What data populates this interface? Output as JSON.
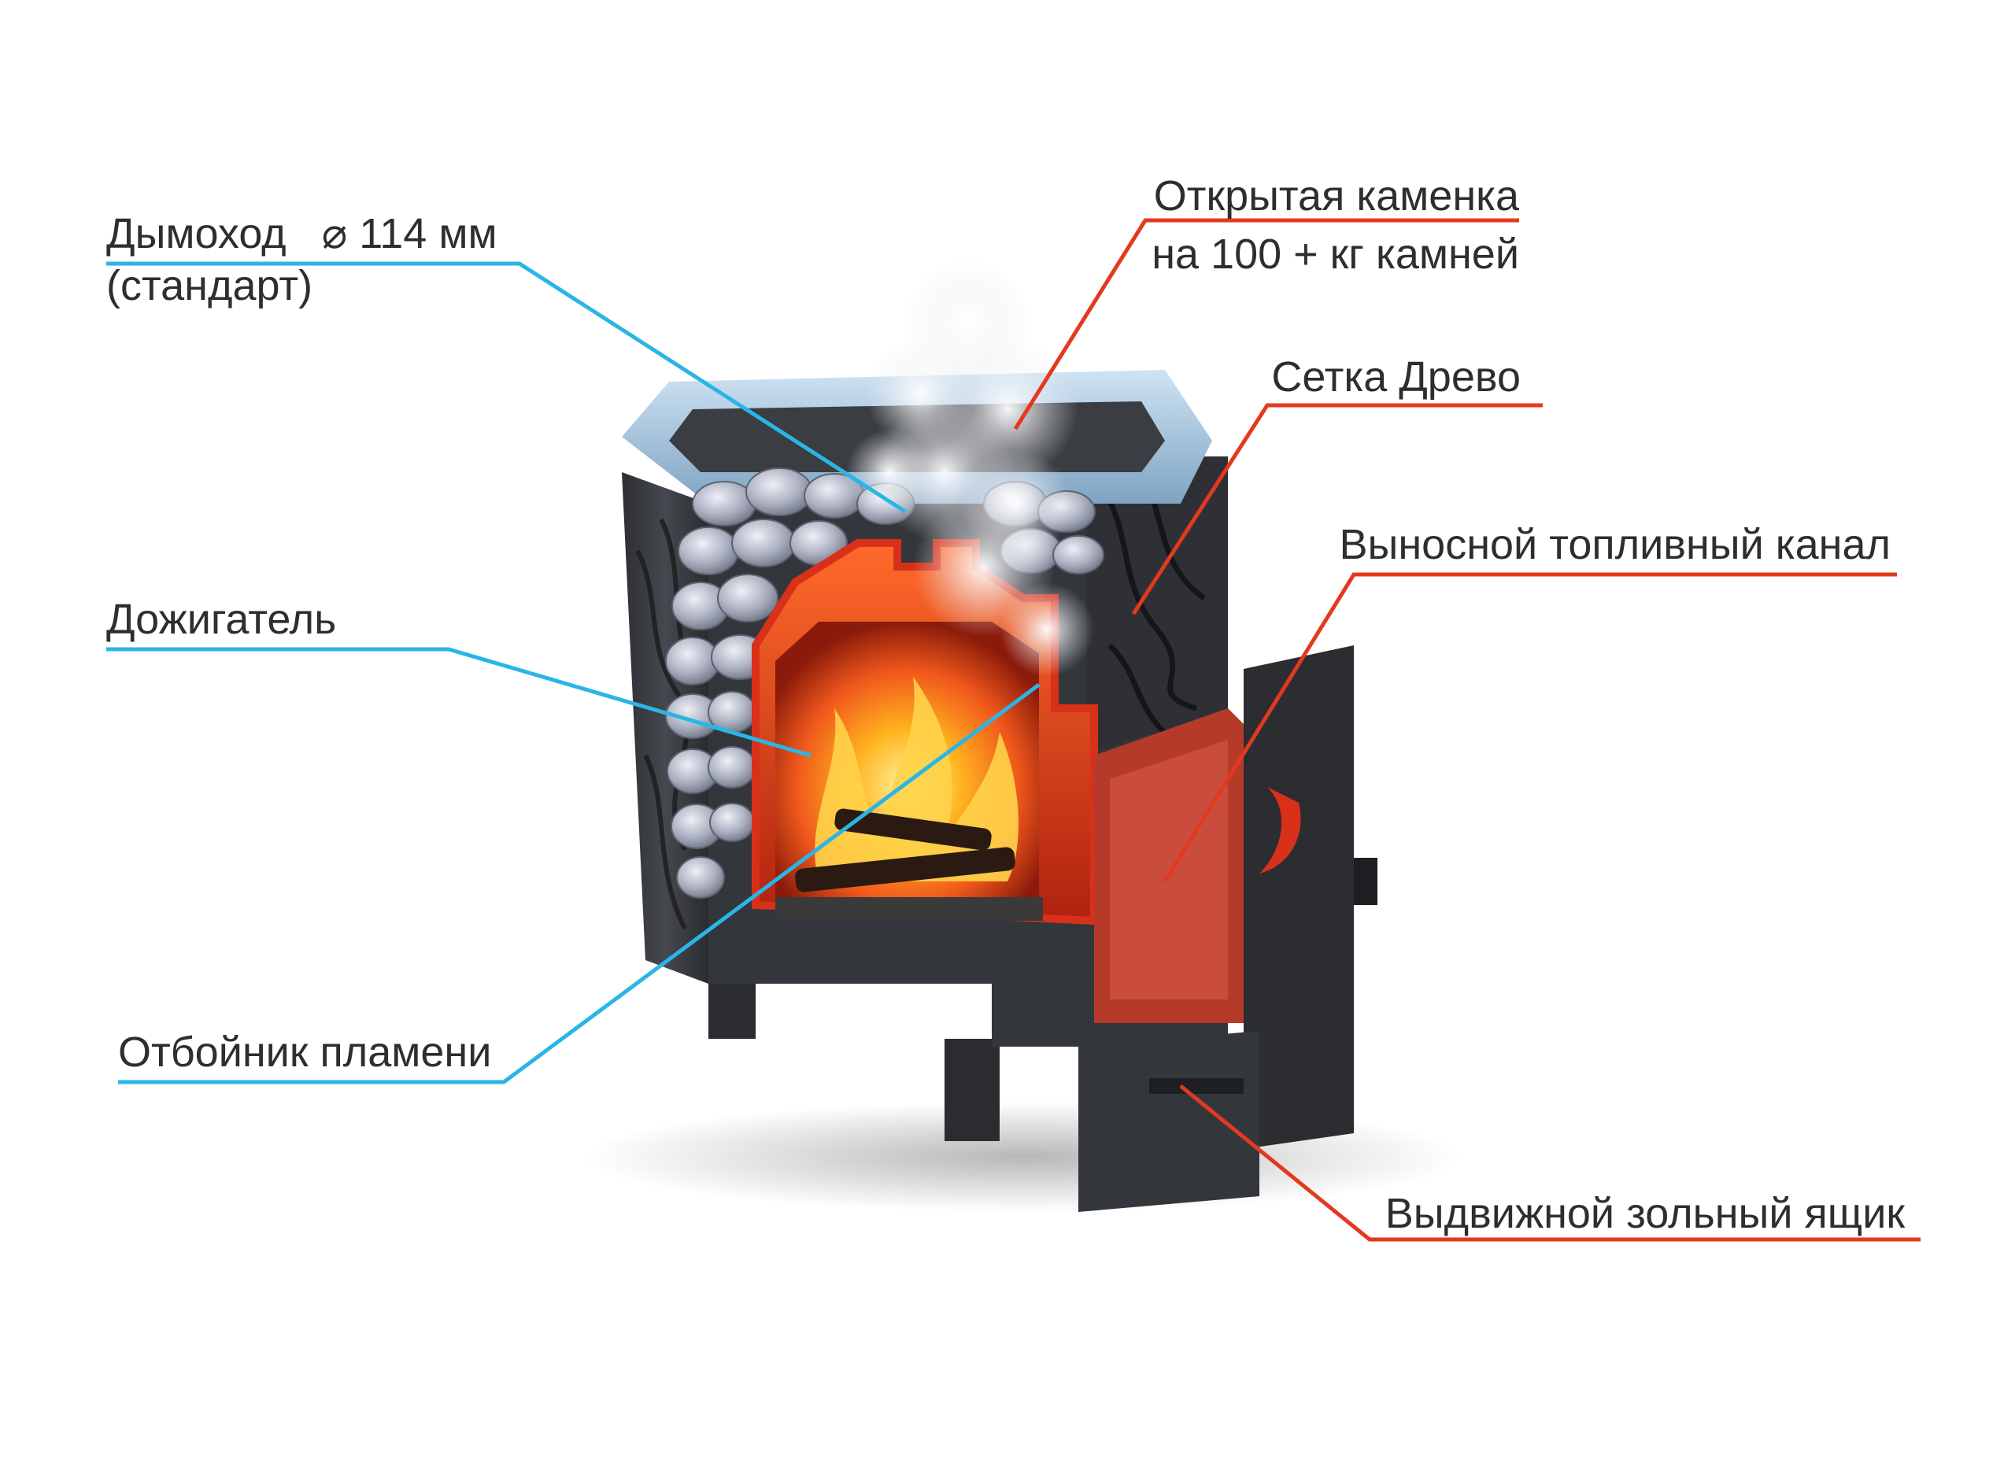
{
  "labels": {
    "chimney": {
      "line1": "Дымоход",
      "diameter_symbol": "⌀",
      "line1_value": "114 мм",
      "line2": "(стандарт)"
    },
    "open_stones": {
      "line1": "Открытая каменка",
      "line2": "на 100 + кг камней"
    },
    "mesh": {
      "text": "Сетка Древо"
    },
    "fuel_channel": {
      "text": "Выносной топливный канал"
    },
    "afterburner": {
      "text": "Дожигатель"
    },
    "flame_deflector": {
      "text": "Отбойник пламени"
    },
    "ash_drawer": {
      "text": "Выдвижной зольный ящик"
    }
  },
  "colors": {
    "blue_callout": "#29b6e6",
    "red_callout": "#e2391f",
    "stove_body": "#3a3d42",
    "fire": "#f57c1f"
  }
}
